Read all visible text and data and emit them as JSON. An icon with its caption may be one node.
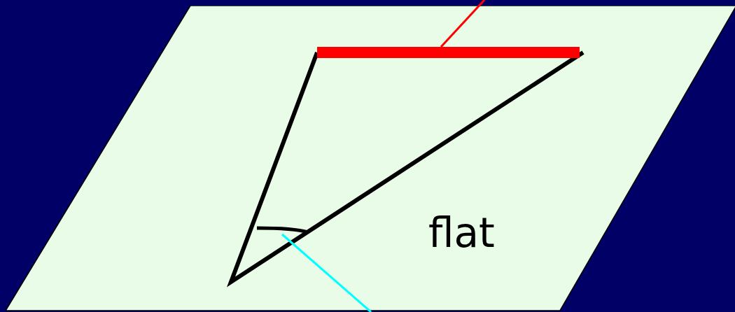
{
  "diagram": {
    "nodes": [
      {
        "text": [
          "flat"
        ]
      },
      {
        "text": [],
        "shape": "bar",
        "in": 0
      },
      {
        "text": [],
        "shape": "arc",
        "in": 0
      }
    ],
    "edges": [
      {
        "from": null,
        "to": 1,
        "arrow": "none",
        "color": "#ff0000"
      },
      {
        "from": null,
        "to": 2,
        "arrow": "none",
        "color": "#00ffff"
      }
    ]
  }
}
